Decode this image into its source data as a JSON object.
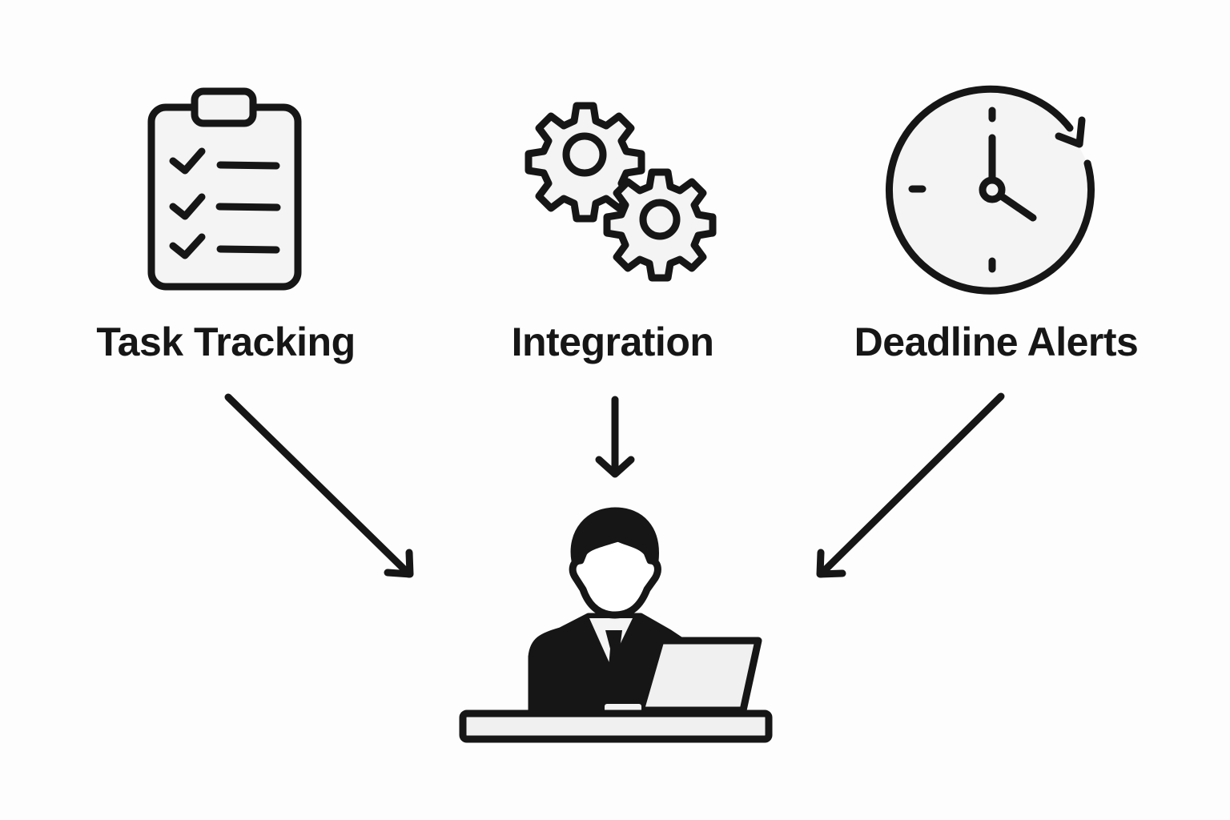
{
  "diagram": {
    "type": "flow-to-center",
    "colors": {
      "background": "#fdfdfd",
      "stroke": "#161616",
      "fill_light": "#f2f2f2"
    },
    "nodes": [
      {
        "id": "task-tracking",
        "label": "Task Tracking",
        "icon": "clipboard-checklist-icon"
      },
      {
        "id": "integration",
        "label": "Integration",
        "icon": "gears-icon"
      },
      {
        "id": "deadline-alerts",
        "label": "Deadline Alerts",
        "icon": "clock-refresh-icon"
      }
    ],
    "target": {
      "id": "user",
      "icon": "person-at-laptop-icon"
    },
    "edges": [
      {
        "from": "task-tracking",
        "to": "user",
        "icon": "arrow-down-right-icon"
      },
      {
        "from": "integration",
        "to": "user",
        "icon": "arrow-down-icon"
      },
      {
        "from": "deadline-alerts",
        "to": "user",
        "icon": "arrow-down-left-icon"
      }
    ]
  }
}
